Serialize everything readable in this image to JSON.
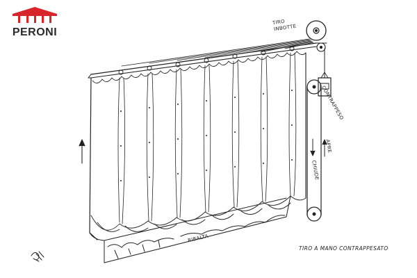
{
  "brand": {
    "name": "PERONI",
    "roof_color": "#d8252a"
  },
  "labels": {
    "tiro_inbotte": [
      "TIRO",
      "INBOTTE"
    ],
    "contrappeso": "CONTRAPPESO",
    "apre": "APRE",
    "chiude": "CHIUDE",
    "ribalta": "RIBALTA",
    "caption": "TIRO A MANO CONTRAPPESATO"
  },
  "icons": [
    "signature-mark",
    "up-arrow",
    "down-arrow-chiude",
    "up-arrow-apre",
    "pulley",
    "counterweight"
  ]
}
